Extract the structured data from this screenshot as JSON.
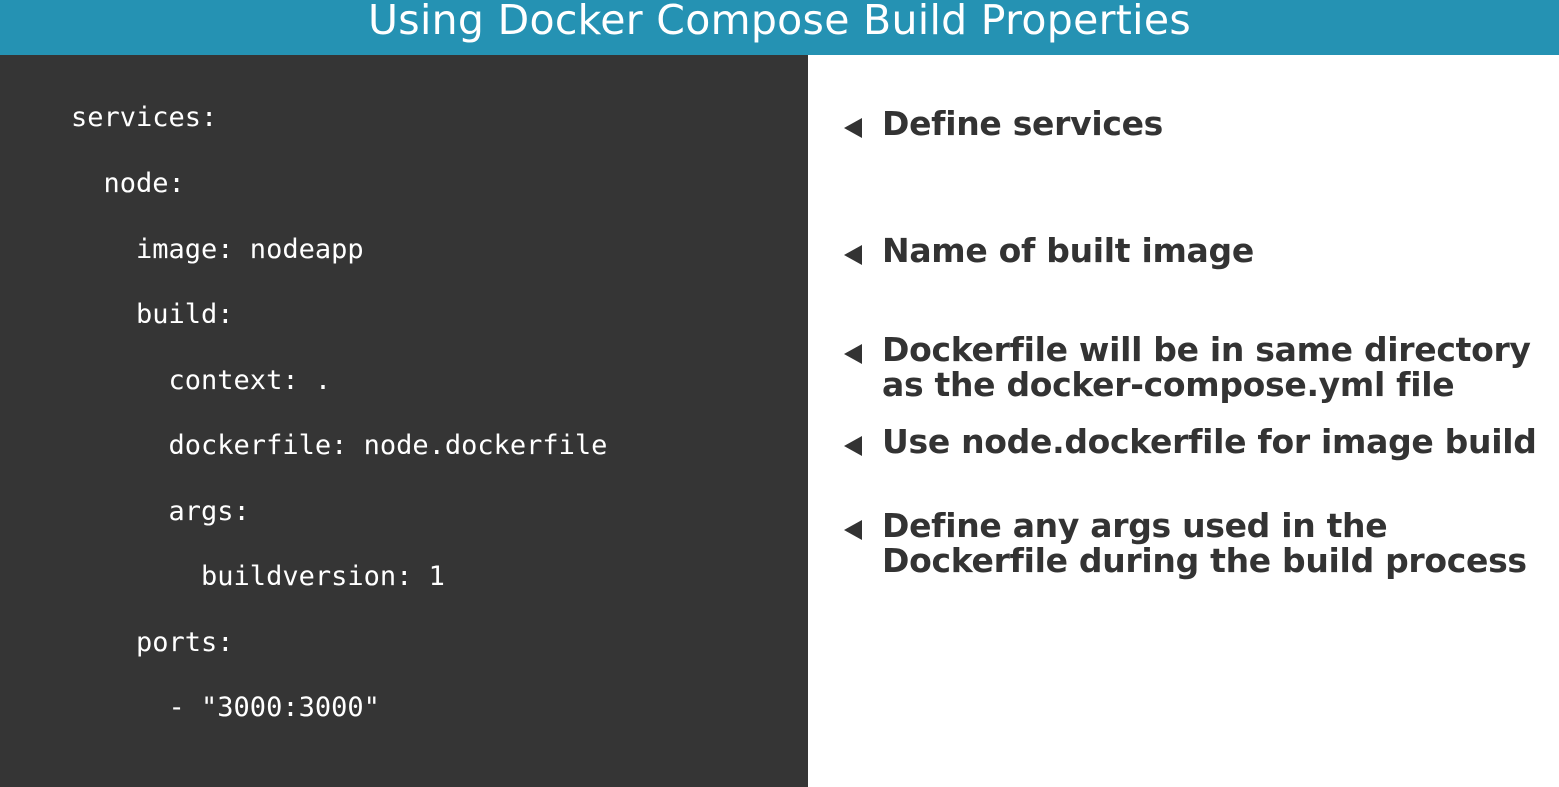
{
  "title": "Using Docker Compose Build Properties",
  "code_lines": [
    "services:",
    "  node:",
    "    image: nodeapp",
    "    build:",
    "      context: .",
    "      dockerfile: node.dockerfile",
    "      args:",
    "        buildversion: 1",
    "    ports:",
    "      - \"3000:3000\""
  ],
  "notes": [
    {
      "lines": [
        "Define services"
      ]
    },
    {
      "lines": [
        "Name of built image"
      ]
    },
    {
      "lines": [
        "Dockerfile will be in same directory",
        "as the docker-compose.yml file"
      ]
    },
    {
      "lines": [
        "Use node.dockerfile for image build"
      ]
    },
    {
      "lines": [
        "Define any args used in the",
        "Dockerfile during the build process"
      ]
    }
  ],
  "colors": {
    "title_bar": "#2592b3",
    "code_background": "#353535",
    "note_text": "#333333"
  },
  "icons": {
    "note_bullet": "left-triangle-icon"
  }
}
